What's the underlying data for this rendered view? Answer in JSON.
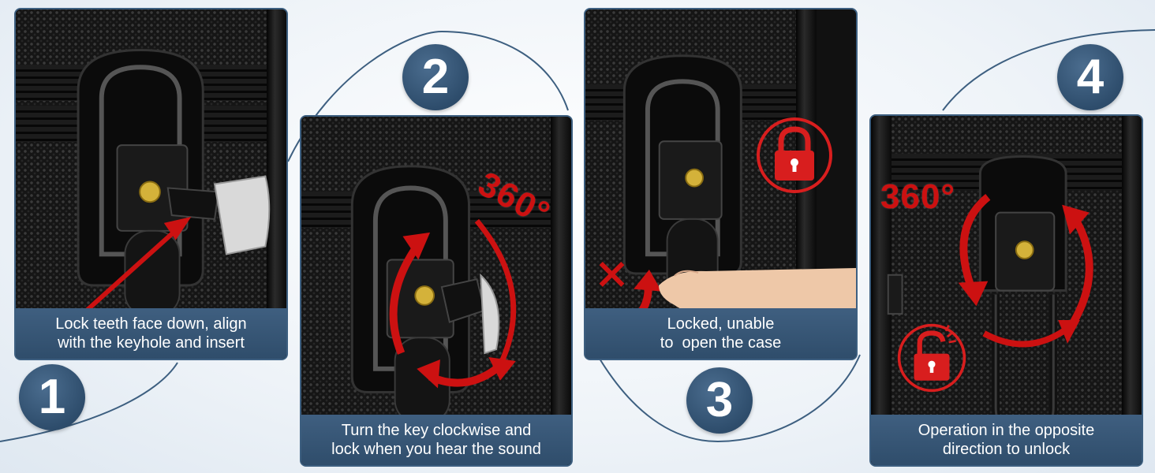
{
  "steps": [
    {
      "number": "1",
      "caption": [
        "Lock teeth face down, align",
        "with the keyhole and insert"
      ]
    },
    {
      "number": "2",
      "caption": [
        "Turn the key clockwise and",
        "lock when you hear the sound"
      ],
      "rotation_label": "360°"
    },
    {
      "number": "3",
      "caption": [
        "Locked, unable",
        "to  open the case"
      ],
      "badge": "lock-icon"
    },
    {
      "number": "4",
      "caption": [
        "Operation in the opposite",
        "direction to unlock"
      ],
      "rotation_label": "360°",
      "badge": "unlock-icon"
    }
  ],
  "colors": {
    "panel_border": "#3d5f80",
    "caption_bg": "#3a5a7c",
    "number_circle": "#2e4d6c",
    "accent_red": "#cc1111",
    "lock_icon_red": "#d81e1e"
  }
}
